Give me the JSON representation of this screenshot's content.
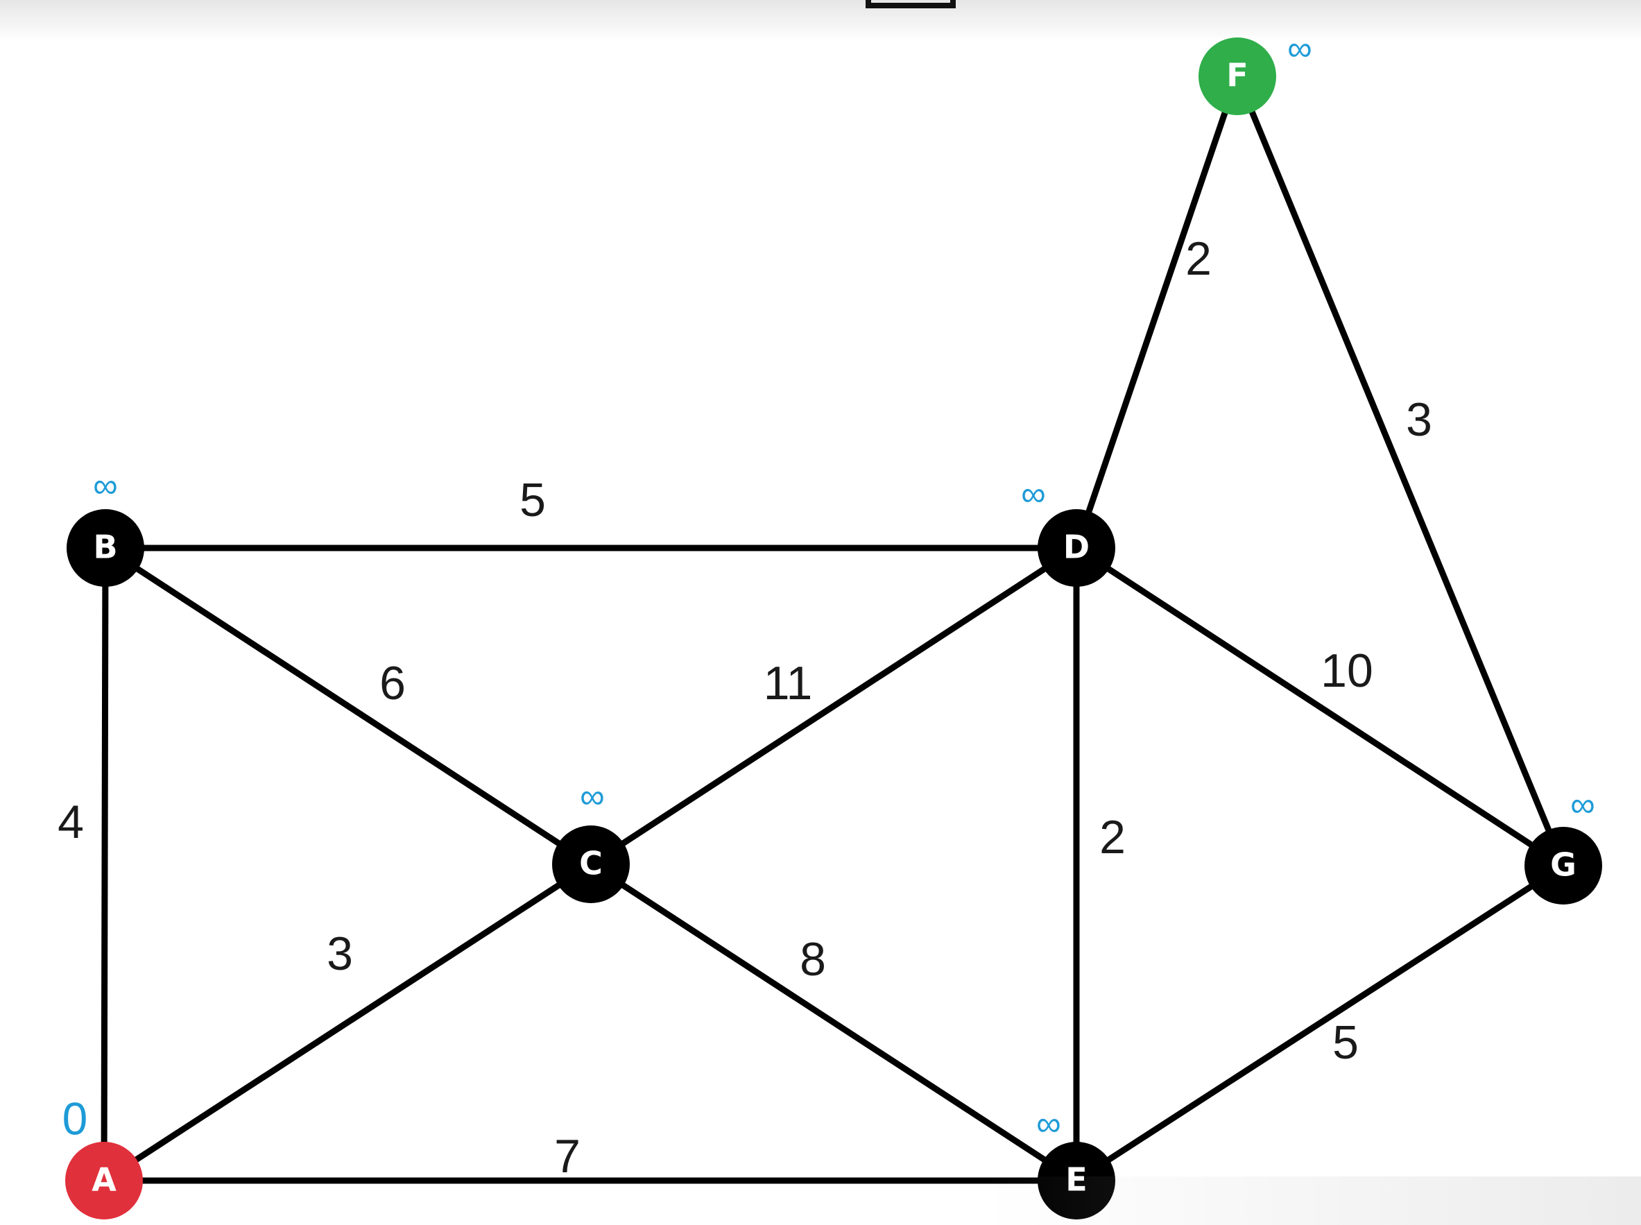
{
  "colors": {
    "edge": "#000000",
    "node_default": "#000000",
    "node_start": "#e0303b",
    "node_target": "#2fae4a",
    "distance_label": "#1e9bd7",
    "weight_label": "#1a1a1a"
  },
  "nodes": [
    {
      "id": "A",
      "label": "A",
      "distance": "0",
      "role": "start"
    },
    {
      "id": "B",
      "label": "B",
      "distance": "∞",
      "role": "default"
    },
    {
      "id": "C",
      "label": "C",
      "distance": "∞",
      "role": "default"
    },
    {
      "id": "D",
      "label": "D",
      "distance": "∞",
      "role": "default"
    },
    {
      "id": "E",
      "label": "E",
      "distance": "∞",
      "role": "default"
    },
    {
      "id": "F",
      "label": "F",
      "distance": "∞",
      "role": "target"
    },
    {
      "id": "G",
      "label": "G",
      "distance": "∞",
      "role": "default"
    }
  ],
  "edges": [
    {
      "from": "A",
      "to": "B",
      "weight": "4"
    },
    {
      "from": "A",
      "to": "C",
      "weight": "3"
    },
    {
      "from": "A",
      "to": "E",
      "weight": "7"
    },
    {
      "from": "B",
      "to": "D",
      "weight": "5"
    },
    {
      "from": "B",
      "to": "C",
      "weight": "6"
    },
    {
      "from": "C",
      "to": "D",
      "weight": "11"
    },
    {
      "from": "C",
      "to": "E",
      "weight": "8"
    },
    {
      "from": "D",
      "to": "E",
      "weight": "2"
    },
    {
      "from": "D",
      "to": "F",
      "weight": "2"
    },
    {
      "from": "D",
      "to": "G",
      "weight": "10"
    },
    {
      "from": "F",
      "to": "G",
      "weight": "3"
    },
    {
      "from": "E",
      "to": "G",
      "weight": "5"
    }
  ]
}
